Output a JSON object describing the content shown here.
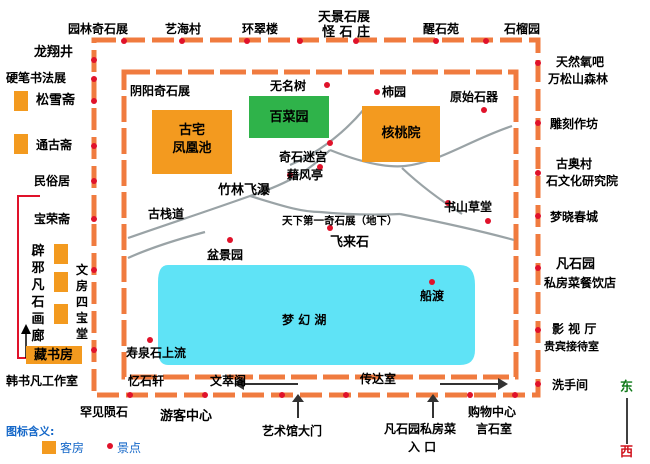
{
  "colors": {
    "orange": "#f39a1f",
    "road": "#f07b3f",
    "green": "#2fb34a",
    "lake": "#5fe3f6",
    "path": "#9aa3a6",
    "spot": "#e0122a",
    "legend": "#1467c8",
    "east": "#117a1a",
    "west": "#d0111b",
    "hall": "#e0122a"
  },
  "top": {
    "yuanlin": "园林奇石展",
    "yihai": "艺海村",
    "huancui": "环翠楼",
    "tianjing": "天景石展",
    "guaishi": "怪 石 庄",
    "xingshi": "醒石苑",
    "shiliu": "石榴园"
  },
  "left": {
    "longxiang": "龙翔井",
    "yingbi": "硬笔书法展",
    "songxue": "松雪斋",
    "tonggu": "通古斋",
    "minsu": "民俗居",
    "baorong": "宝荣斋",
    "bixie": "辟邪凡石画廊",
    "wenfang": "文房四宝堂",
    "cangshu": "藏书房",
    "hanshu": "韩书凡工作室"
  },
  "right": {
    "tianran": "天然氧吧",
    "wansong": "万松山森林",
    "diaoke": "雕刻作坊",
    "guaocun": "古奥村",
    "shiwenhua": "石文化研究院",
    "mengxiao": "梦晓春城",
    "fanshi": "凡石园",
    "sifang": "私房菜餐饮店",
    "yingshi": "影 视 厅",
    "guibin": "贵宾接待室",
    "xishou": "洗手间"
  },
  "inner": {
    "yinyang": "阴阳奇石展",
    "guzhai": "古宅",
    "fenghuang": "凤凰池",
    "wuming": "无名树",
    "baicai": "百菜园",
    "shiyuan": "柿园",
    "yuanshi": "原始石器",
    "hetao": "核桃院",
    "qishi": "奇石迷宫",
    "jifeng": "藉风亭",
    "zhulin": "竹林飞瀑",
    "guzhan": "古栈道",
    "tianxia": "天下第一奇石展（地下）",
    "shushan": "书山草堂",
    "penjing": "盆景园",
    "feilai": "飞来石",
    "lake": "梦 幻 湖",
    "chuandu": "船渡",
    "shouquan": "寿泉石上流"
  },
  "bottom": {
    "yishi": "忆石轩",
    "wencui": "文萃阁",
    "chuanda": "传达室",
    "hanjian": "罕见陨石",
    "youke": "游客中心",
    "yishuguan": "艺术馆大门",
    "fanshiyuan": "凡石园私房菜",
    "rukou": "入 口",
    "gouwu": "购物中心",
    "yanshi": "言石室"
  },
  "compass": {
    "east": "东",
    "west": "西"
  },
  "legend": {
    "title": "图标含义:",
    "room": "客房",
    "spot": "景点"
  }
}
